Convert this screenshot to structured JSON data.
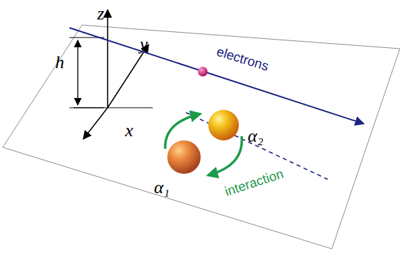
{
  "diagram": {
    "labels": [
      "z",
      "y",
      "x",
      "h",
      "electrons",
      "α₂",
      "α₁",
      "interaction"
    ]
  }
}
